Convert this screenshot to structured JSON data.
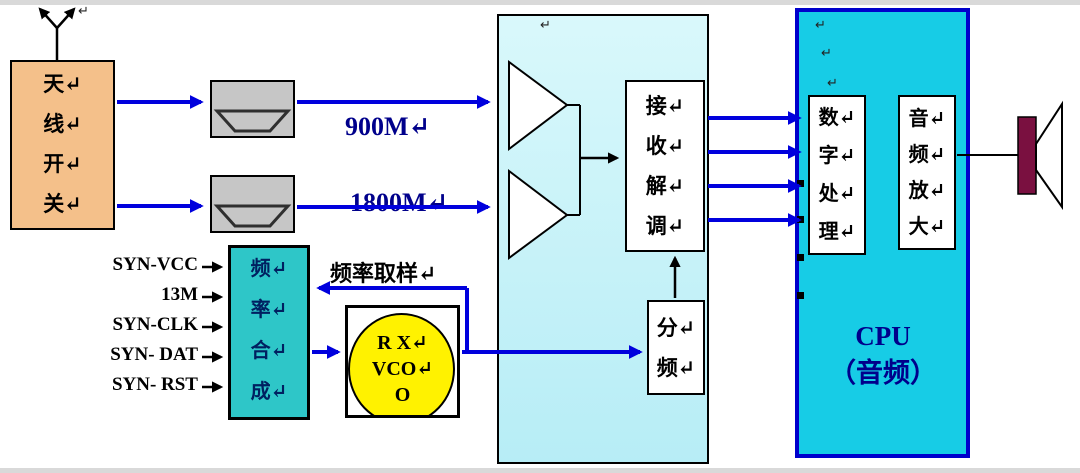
{
  "marks": {
    "enter": "↵"
  },
  "antenna": {
    "switch_label": "天↵\n线↵\n开↵\n关↵"
  },
  "filters": {
    "band1_label": "900M↵",
    "band2_label": "1800M↵"
  },
  "receiver": {
    "demod_label": "接↵\n收↵\n解↵\n调↵",
    "divider_label": "分↵\n频↵"
  },
  "cpu": {
    "title": "CPU\n（音频）",
    "dsp_label": "数↵\n字↵\n处↵\n理↵",
    "audio_label": "音↵\n频↵\n放↵\n大↵"
  },
  "synth": {
    "block_label": "频↵\n率↵\n合↵\n成↵",
    "sampling_label": "频率取样↵",
    "inputs": [
      "SYN-VCC",
      "13M",
      "SYN-CLK",
      "SYN- DAT",
      "SYN- RST"
    ]
  },
  "vco": {
    "label": "R X↵\nVCO↵\nO"
  },
  "colors": {
    "arrow_blue": "#0000DD",
    "navy_text": "#00008B",
    "antenna_box": "#F4C08A",
    "filter_gray": "#C6C6C6",
    "receiver_fill": "#C9F2F8",
    "cpu_fill": "#17CCE6",
    "cpu_border": "#0000CC",
    "synth_fill": "#2EC6C8",
    "vco_yellow": "#FFF200",
    "speaker_maroon": "#7A1040"
  }
}
